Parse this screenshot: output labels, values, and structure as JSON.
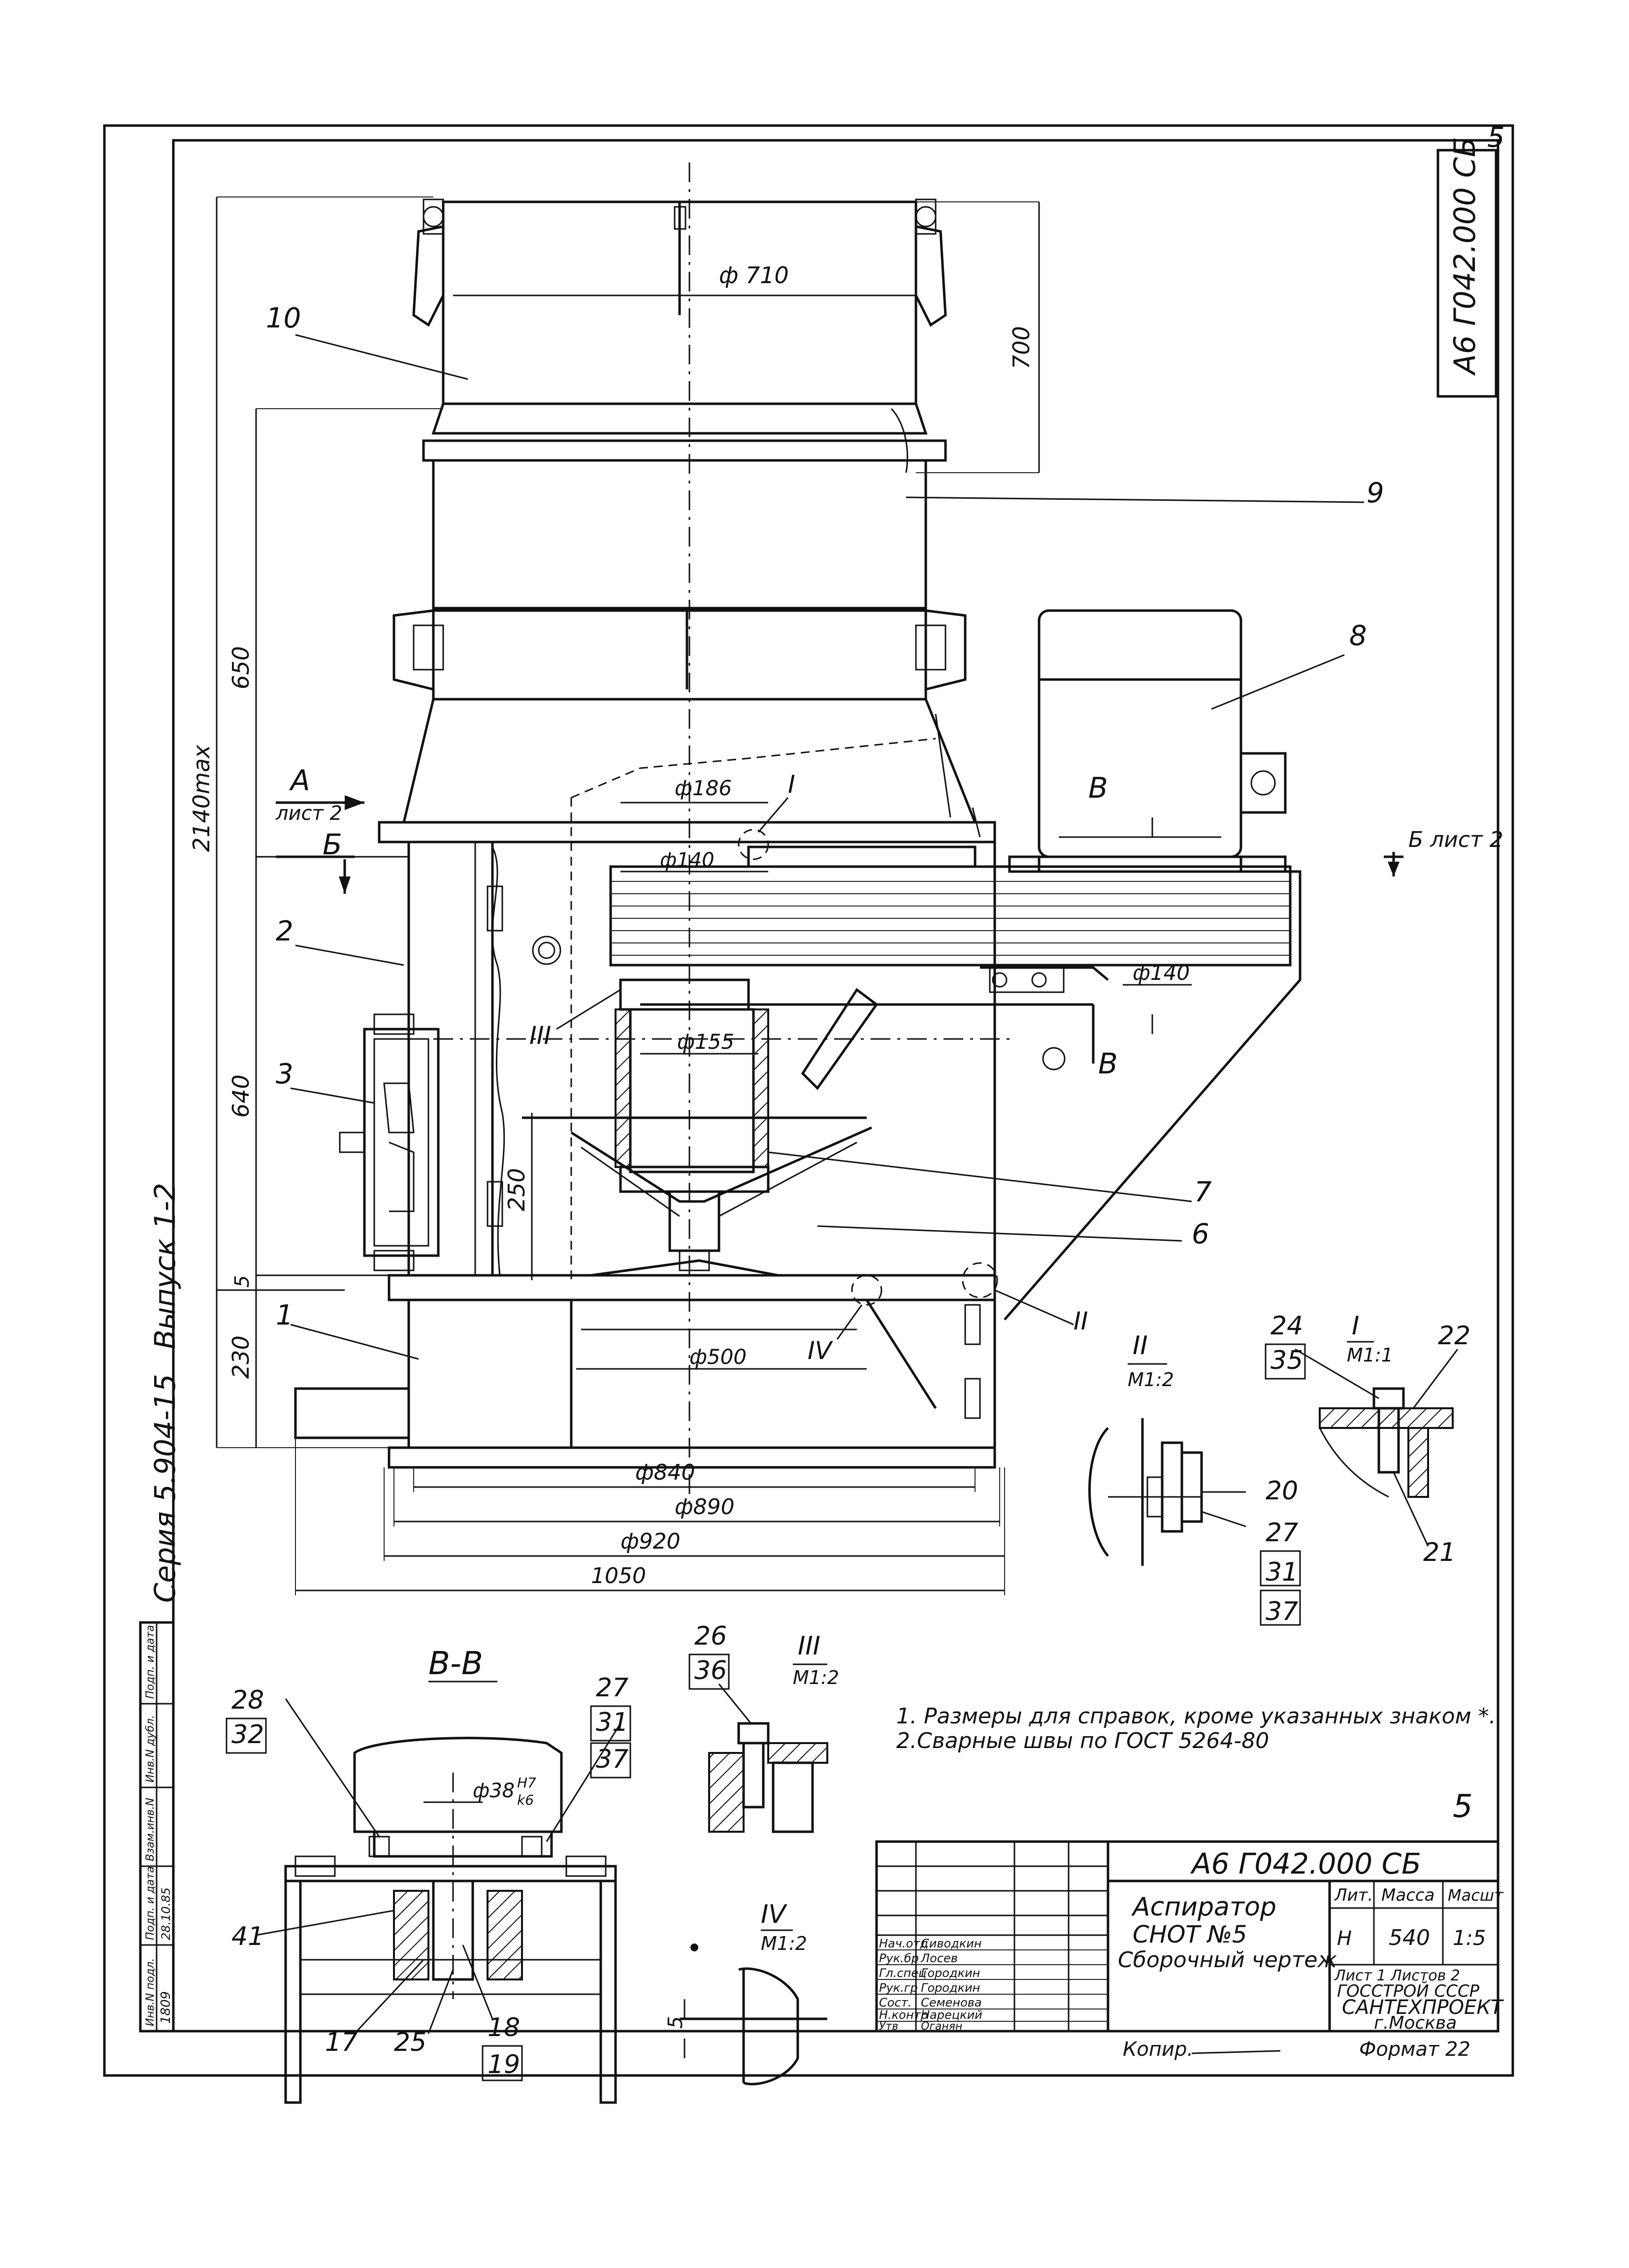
{
  "drawing": {
    "code": "А6 Г042.000 СБ",
    "corner_mark": "5",
    "page_mark": "5",
    "series_text": "Серия 5.904-15",
    "issue_text": "Выпуск 1-2"
  },
  "item_numbers": {
    "n1": "1",
    "n2": "2",
    "n3": "3",
    "n6": "6",
    "n7": "7",
    "n8": "8",
    "n9": "9",
    "n10": "10",
    "n17": "17",
    "n18": "18",
    "n19": "19",
    "n20": "20",
    "n21": "21",
    "n22": "22",
    "n24": "24",
    "n25": "25",
    "n26": "26",
    "n27": "27",
    "n28": "28",
    "n31": "31",
    "n32": "32",
    "n35": "35",
    "n36": "36",
    "n37": "37",
    "n41": "41"
  },
  "dimensions": {
    "d710": "ф 710",
    "v700": "700",
    "v650": "650",
    "v2140": "2140max",
    "v640": "640",
    "v250": "250",
    "v230": "230",
    "v5": "5",
    "d186": "ф186",
    "d140a": "ф140",
    "d140b": "ф140",
    "d155": "ф155",
    "d500": "ф500",
    "d840": "ф840",
    "d890": "ф890",
    "d920": "ф920",
    "w1050": "1050",
    "d38": "ф38",
    "fit_top": "H7",
    "fit_bottom": "k6",
    "iv_5": "5"
  },
  "views": {
    "a_label": "А",
    "a_sheet": "лист 2",
    "b_left": "Б",
    "b_right": "Б лист 2",
    "v_top": "В",
    "v_bottom": "В",
    "section_title": "В-В",
    "callout_I": "I",
    "callout_II": "II",
    "callout_III": "III",
    "callout_IV": "IV",
    "detail_I": "I",
    "detail_I_scale": "М1:1",
    "detail_II": "II",
    "detail_II_scale": "М1:2",
    "detail_III": "III",
    "detail_III_scale": "М1:2",
    "detail_IV": "IV",
    "detail_IV_scale": "М1:2"
  },
  "notes": {
    "note1": "1. Размеры для справок, кроме указанных знаком *.",
    "note2": "2.Сварные швы по ГОСТ 5264-80"
  },
  "title_block": {
    "code": "А6 Г042.000 СБ",
    "name_line1": "Аспиратор",
    "name_line2": "СНОТ №5",
    "name_line3": "Сборочный чертеж",
    "lit_header": "Лит.",
    "mass_header": "Масса",
    "scale_header": "Масшт",
    "lit_value": "Н",
    "mass_value": "540",
    "scale_value": "1:5",
    "sheet_text": "Лист 1   Листов 2",
    "org_line1": "ГОССТРОЙ СССР",
    "org_line2": "САНТЕХПРОЕКТ",
    "org_line3": "г.Москва",
    "roles": [
      "Нач.отд",
      "Рук.бр",
      "Гл.спец",
      "Рук.гр",
      "Сост.",
      "Н.контр",
      "Утв"
    ],
    "names": [
      "Сиводкин",
      "Лосев",
      "Городкин",
      "Городкин",
      "Семенова",
      "Нарецкий",
      "Оганян"
    ],
    "kopir": "Копир.",
    "format": "Формат 22"
  },
  "left_strip": {
    "inv_orig": "Инв.N подл.",
    "sig_date1": "Подп. и дата",
    "inv_dup": "Взам.инв.N",
    "inv_n": "Инв.N дубл.",
    "sig_date2": "Подп. и дата",
    "inv_value": "1809",
    "date_value": "28.10.85"
  }
}
